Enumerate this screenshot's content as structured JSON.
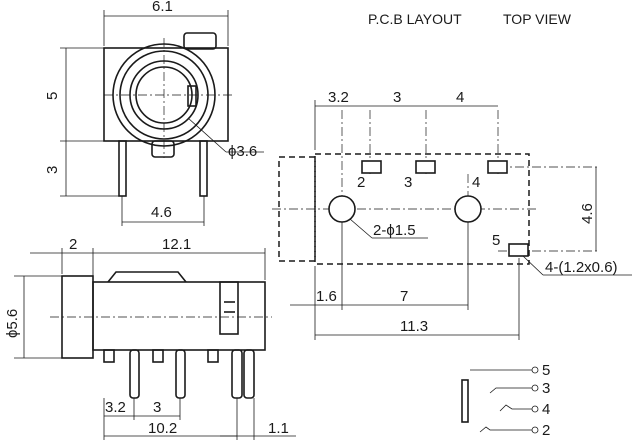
{
  "header": {
    "pcb_layout": "P.C.B LAYOUT",
    "top_view": "TOP VIEW"
  },
  "front_view": {
    "width_dim": "6.1",
    "height_dim": "5",
    "pin_dim": "3",
    "pin_span_dim": "4.6",
    "hole_dim": "ϕ3.6"
  },
  "side_view": {
    "nose_dim": "2",
    "length_dim": "12.1",
    "diameter_dim": "ϕ5.6",
    "pitch_a": "3.2",
    "pitch_b": "3",
    "span_dim": "10.2",
    "pin_width_dim": "1.1"
  },
  "pcb_layout": {
    "top_dims": [
      "3.2",
      "3",
      "4"
    ],
    "pad_labels": [
      "2",
      "3",
      "4",
      "5"
    ],
    "height_dim": "4.6",
    "hole_note": "2-ϕ1.5",
    "pad_note": "4-(1.2x0.6)",
    "bottom_dims": [
      "1.6",
      "7"
    ],
    "total_dim": "11.3"
  },
  "schematic": {
    "pins": [
      "5",
      "3",
      "4",
      "2"
    ]
  }
}
